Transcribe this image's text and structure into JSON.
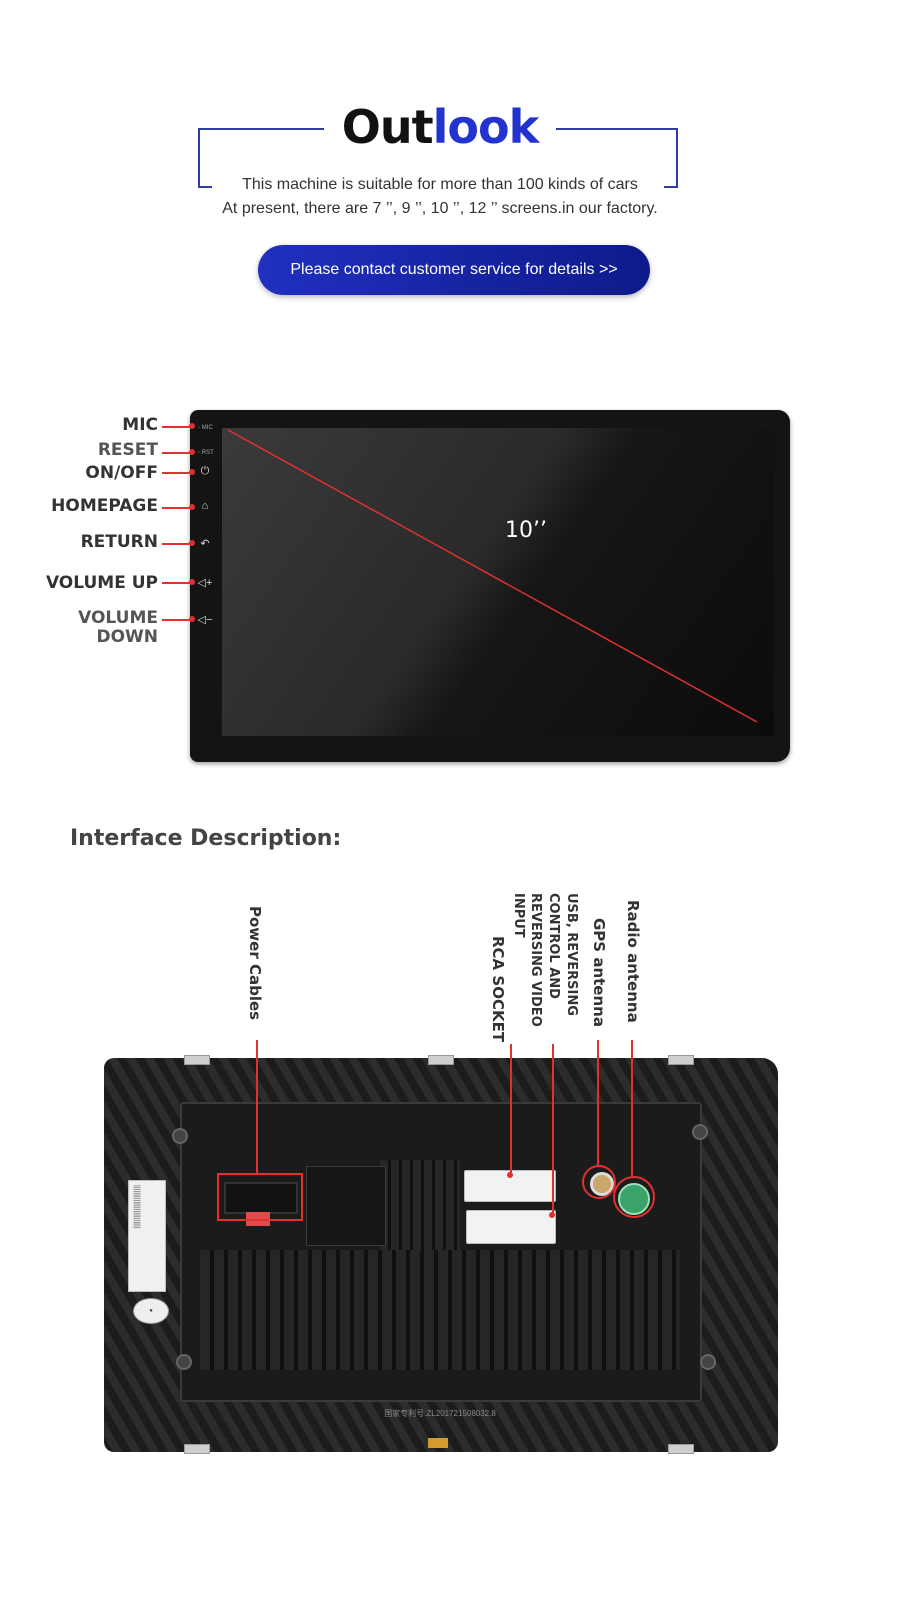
{
  "header": {
    "title_part1": "Out",
    "title_part2": "look",
    "subtitle_line1": "This machine is suitable for more than 100 kinds of cars",
    "subtitle_line2": "At present, there are 7 ’’, 9 ’’, 10 ’’, 12 ’’ screens.in our factory.",
    "cta_label": "Please contact customer service for details >>",
    "accent_color": "#2333cf"
  },
  "device": {
    "screen_size": "10’’",
    "mic_tag": "MIC",
    "rst_tag": "RST",
    "buttons": [
      {
        "label": "MIC",
        "icon": "mic-hole"
      },
      {
        "label": "RESET",
        "icon": "reset-hole"
      },
      {
        "label": "ON/OFF",
        "icon": "power-icon"
      },
      {
        "label": "HOMEPAGE",
        "icon": "home-icon"
      },
      {
        "label": "RETURN",
        "icon": "return-icon"
      },
      {
        "label": "VOLUME UP",
        "icon": "volume-up-icon"
      },
      {
        "label": "VOLUME DOWN",
        "icon": "volume-down-icon"
      }
    ],
    "pointer_color": "#e03030"
  },
  "interface": {
    "title": "Interface Description:",
    "ports": {
      "power": "Power Cables",
      "rca": "RCA SOCKET",
      "usb_line1": "USB, REVERSING",
      "usb_line2": "CONTROL AND",
      "usb_line3": "REVERSING VIDEO",
      "usb_line4": "INPUT",
      "gps": "GPS antenna",
      "radio": "Radio antenna"
    },
    "patent_text": "国家专利号:ZL201721508032.8"
  }
}
